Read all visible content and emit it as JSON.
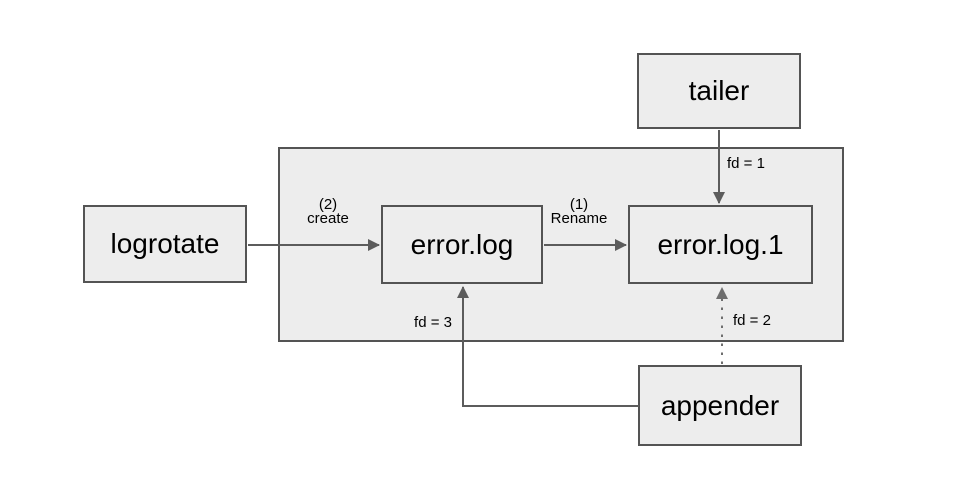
{
  "diagram": {
    "title_hint": "log rotation file-descriptor diagram",
    "nodes": {
      "tailer": {
        "label": "tailer"
      },
      "logrotate": {
        "label": "logrotate"
      },
      "error_log": {
        "label": "error.log"
      },
      "error_log_1": {
        "label": "error.log.1"
      },
      "appender": {
        "label": "appender"
      }
    },
    "edge_labels": {
      "fd1": "fd = 1",
      "fd2": "fd = 2",
      "fd3": "fd = 3",
      "create_step": "(2)",
      "create_action": "create",
      "rename_step": "(1)",
      "rename_action": "Rename"
    },
    "colors": {
      "background": "#ffffff",
      "node_fill": "#ededed",
      "node_border": "#545454",
      "arrow": "#5c5c5c",
      "dotted_arrow": "#6e6e6e",
      "label_text": "#000000"
    }
  }
}
